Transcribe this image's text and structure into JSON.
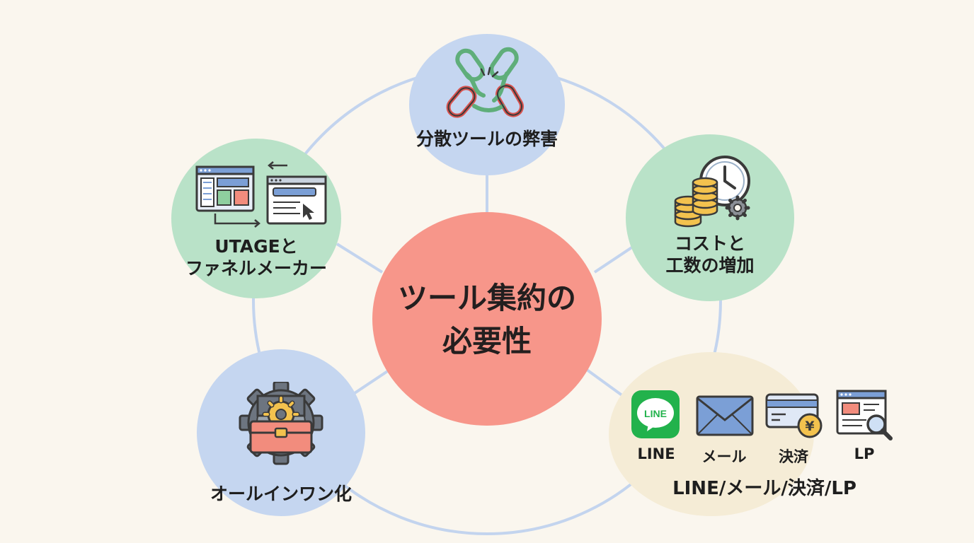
{
  "center": {
    "line1": "ツール集約の",
    "line2": "必要性",
    "color": "#f7968a"
  },
  "nodes": {
    "dispersed": {
      "label": "分散ツールの弊害",
      "color": "#c5d6f0"
    },
    "cost": {
      "line1": "コストと",
      "line2": "工数の増加",
      "color": "#b9e2c8"
    },
    "utage": {
      "line1": "UTAGEと",
      "line2": "ファネルメーカー",
      "color": "#b9e2c8"
    },
    "allinone": {
      "label": "オールインワン化",
      "color": "#c5d6f0"
    },
    "tools": {
      "label": "LINE/メール/決済/LP",
      "color": "#f5ecd6",
      "line_badge": "LINE",
      "items": [
        "LINE",
        "メール",
        "決済",
        "LP"
      ]
    }
  },
  "icons": [
    "broken-chain-icon",
    "clock-coins-gear-icon",
    "browser-windows-icon",
    "gear-toolbox-icon",
    "line-app-icon",
    "envelope-icon",
    "credit-card-yen-icon",
    "web-page-search-icon"
  ],
  "connector_color": "#c3d4ee"
}
